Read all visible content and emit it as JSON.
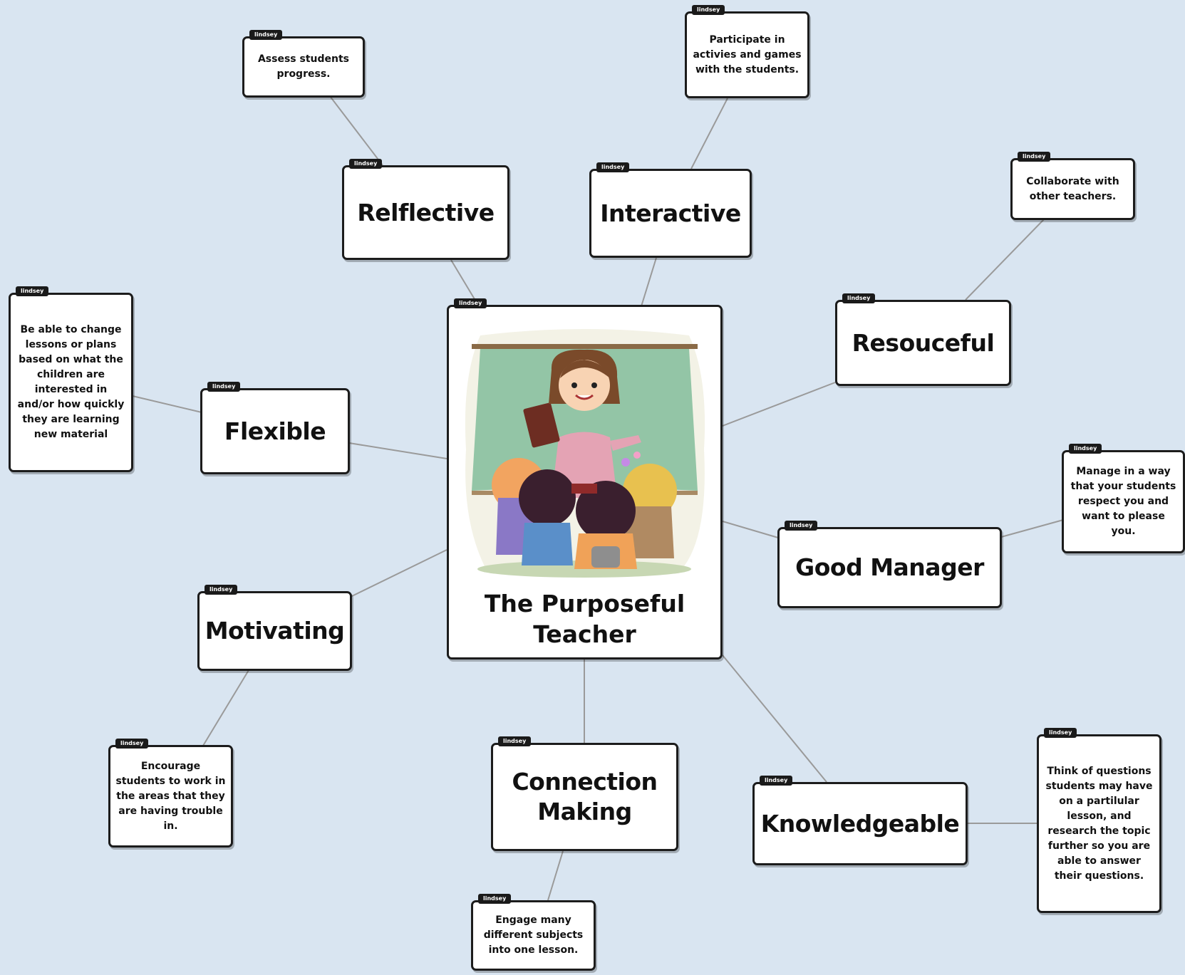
{
  "diagram": {
    "type": "mind-map",
    "tag_label": "lindsey",
    "central": {
      "title": "The Purposeful Teacher"
    },
    "qualities": [
      {
        "label": "Relflective",
        "note": "Assess students progress."
      },
      {
        "label": "Interactive",
        "note": "Participate in activies and games with the students."
      },
      {
        "label": "Resouceful",
        "note": "Collaborate with other teachers."
      },
      {
        "label": "Flexible",
        "note": "Be able to change lessons or plans based on what the children are interested in and/or how quickly they are learning new material"
      },
      {
        "label": "Good Manager",
        "note": "Manage in a way that your students respect you and want to please you."
      },
      {
        "label": "Motivating",
        "note": "Encourage students to work in the areas that they are having trouble in."
      },
      {
        "label": "Connection Making",
        "note": "Engage many different subjects into one lesson."
      },
      {
        "label": "Knowledgeable",
        "note": "Think of questions students may have on a partilular lesson, and research the topic further so you are able to answer their questions."
      }
    ],
    "corner_text": "▸",
    "colors": {
      "background": "#d9e5f1",
      "connector": "#9a9a9a",
      "card_border": "#1c1c1c"
    }
  }
}
